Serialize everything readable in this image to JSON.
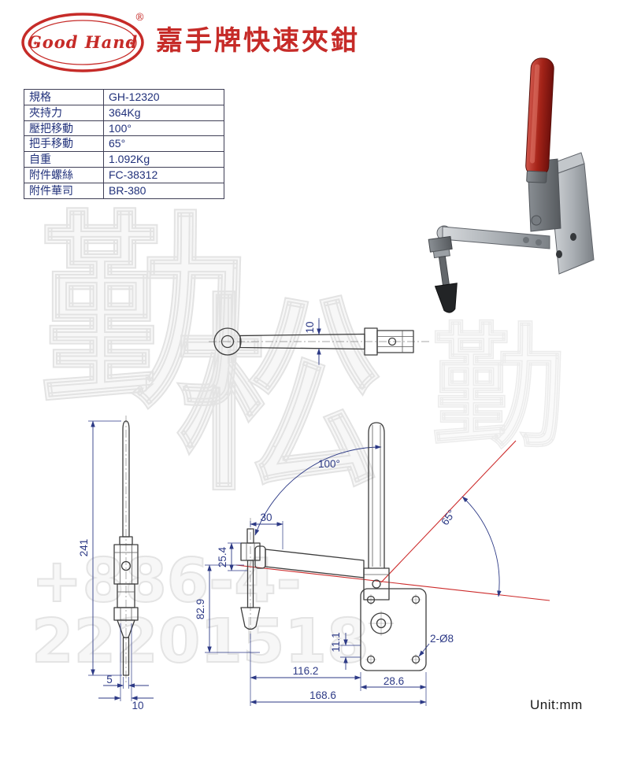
{
  "header": {
    "logo_text": "Good Hand",
    "logo_registered_mark": "®",
    "title": "嘉手牌快速夾鉗"
  },
  "spec_table": {
    "rows": [
      {
        "label": "規格",
        "value": "GH-12320"
      },
      {
        "label": "夾持力",
        "value": "364Kg"
      },
      {
        "label": "壓把移動",
        "value": "100°"
      },
      {
        "label": "把手移動",
        "value": "65°"
      },
      {
        "label": "自重",
        "value": "1.092Kg"
      },
      {
        "label": "附件螺絲",
        "value": "FC-38312"
      },
      {
        "label": "附件華司",
        "value": "BR-380"
      }
    ]
  },
  "drawings": {
    "top_view": {
      "arm_thickness": "10"
    },
    "front_view": {
      "overall_height": "241",
      "tip_width": "5",
      "rod_width": "10"
    },
    "side_view": {
      "press_travel_angle": "100°",
      "handle_travel_angle": "65°",
      "spindle_offset": "30",
      "arm_height": "25.4",
      "spindle_reach": "82.9",
      "base_edge": "11.1",
      "arm_length": "116.2",
      "base_width": "28.6",
      "overall_length": "168.6",
      "mount_holes": "2-Ø8"
    }
  },
  "footer": {
    "unit_label": "Unit:mm"
  },
  "watermark": {
    "characters": [
      "勤",
      "松",
      "勤"
    ],
    "phone": "+886-4-22201518"
  },
  "colors": {
    "accent_red": "#c62b28",
    "dimension_blue": "#2d3a86",
    "table_text_blue": "#20307a",
    "drawing_line": "#3d3d3d",
    "construction_red": "#cc2a2a",
    "handle_red": "#a42318"
  }
}
